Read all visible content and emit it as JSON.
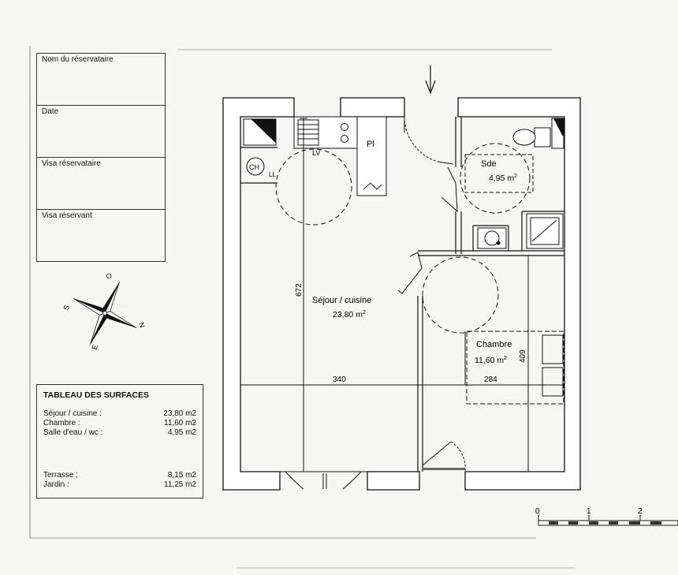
{
  "reservation_box": {
    "rows": [
      {
        "label": "Nom du réservataire"
      },
      {
        "label": "Date"
      },
      {
        "label": "Visa réservataire"
      },
      {
        "label": "Visa réservant"
      }
    ]
  },
  "surfaces_table": {
    "title": "TABLEAU DES SURFACES",
    "rows": [
      {
        "label": "Séjour / cuisine :",
        "value": "23,80 m2"
      },
      {
        "label": "Chambre      :",
        "value": "11,60 m2"
      },
      {
        "label": "Salle d'eau / wc :",
        "value": "4,95 m2"
      },
      {
        "label": "Terrasse :",
        "value": "8,15 m2"
      },
      {
        "label": "Jardin :",
        "value": "11,25 m2"
      }
    ]
  },
  "compass": {
    "labels": {
      "north": "N",
      "south": "S",
      "east": "E",
      "west": "O"
    }
  },
  "plan": {
    "rooms": {
      "sejour": {
        "name": "Séjour / cuisine",
        "area": "23,80 m",
        "unit_exp": "2"
      },
      "sde": {
        "name": "Sde",
        "area": "4,95 m",
        "unit_exp": "2"
      },
      "chambre": {
        "name": "Chambre",
        "area": "11,60 m",
        "unit_exp": "2"
      }
    },
    "fixtures": {
      "ch": "CH",
      "ll": "LL",
      "lv": "LV",
      "pl": "Pl"
    },
    "dimensions": {
      "sejour_height": "672",
      "sejour_width": "340",
      "chambre_height": "409",
      "chambre_width": "284"
    }
  },
  "scale_bar": {
    "labels": [
      "0",
      "1",
      "2"
    ]
  }
}
